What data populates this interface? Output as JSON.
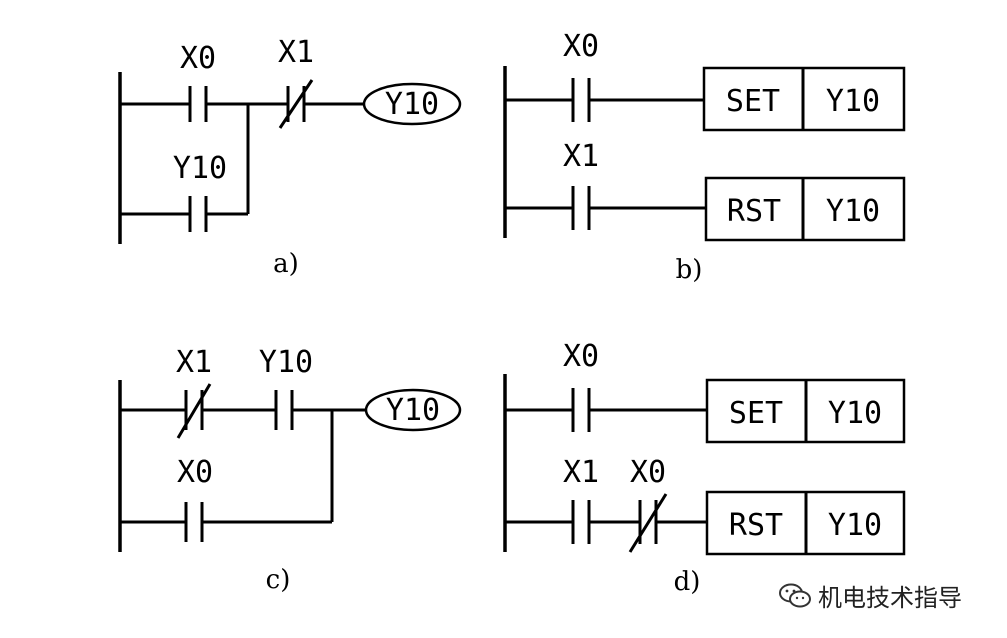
{
  "diagrams": {
    "a": {
      "caption": "a)",
      "contact_x0": "X0",
      "contact_y10": "Y10",
      "contact_x1": "X1",
      "coil": "Y10"
    },
    "b": {
      "caption": "b)",
      "contact_x0": "X0",
      "contact_x1": "X1",
      "set_label": "SET",
      "set_target": "Y10",
      "rst_label": "RST",
      "rst_target": "Y10"
    },
    "c": {
      "caption": "c)",
      "contact_x1": "X1",
      "contact_y10": "Y10",
      "contact_x0": "X0",
      "coil": "Y10"
    },
    "d": {
      "caption": "d)",
      "contact_x0_top": "X0",
      "contact_x1": "X1",
      "contact_x0_nc": "X0",
      "set_label": "SET",
      "set_target": "Y10",
      "rst_label": "RST",
      "rst_target": "Y10"
    }
  },
  "watermark": {
    "icon": "wechat-icon",
    "text": "机电技术指导"
  }
}
